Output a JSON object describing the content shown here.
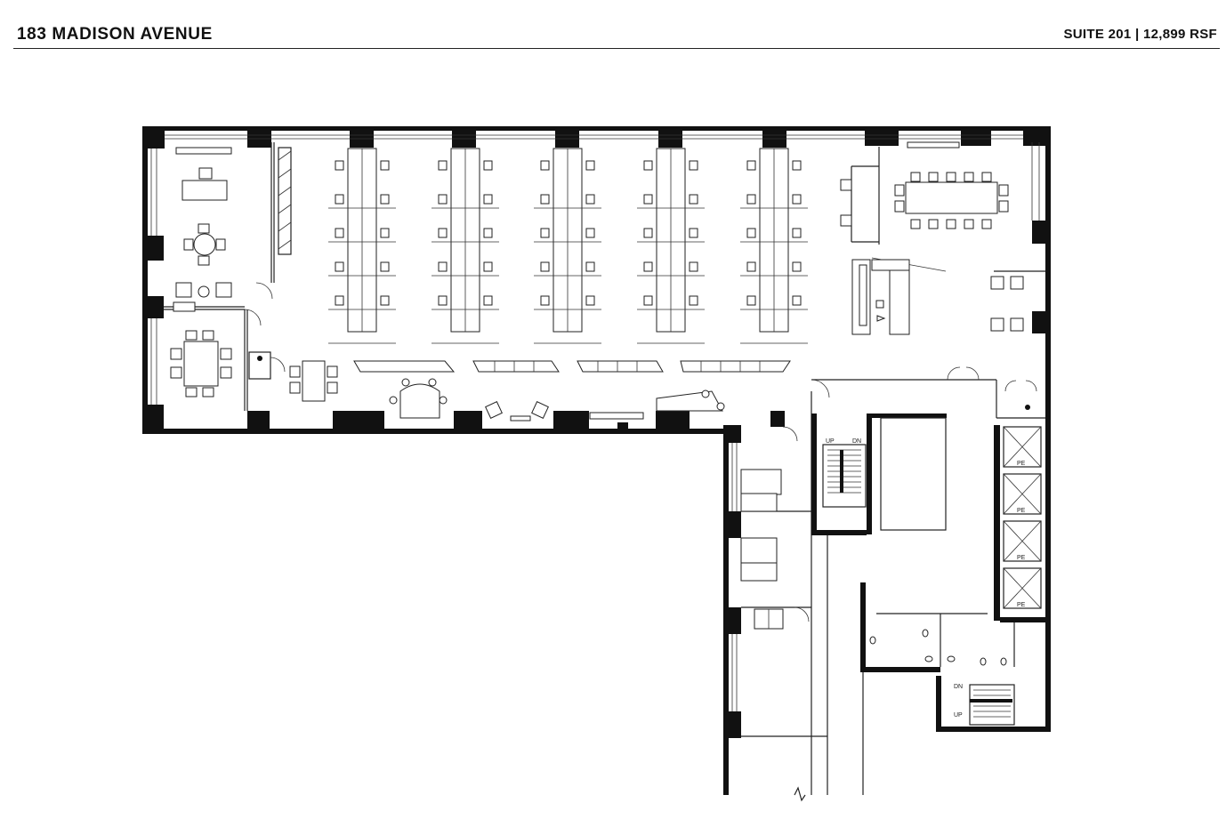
{
  "header": {
    "building_name": "183 MADISON AVENUE",
    "suite_info": "SUITE 201 | 12,899 RSF"
  },
  "plan_labels": {
    "stair_up": "UP",
    "stair_down": "DN",
    "elevator": "PE"
  }
}
